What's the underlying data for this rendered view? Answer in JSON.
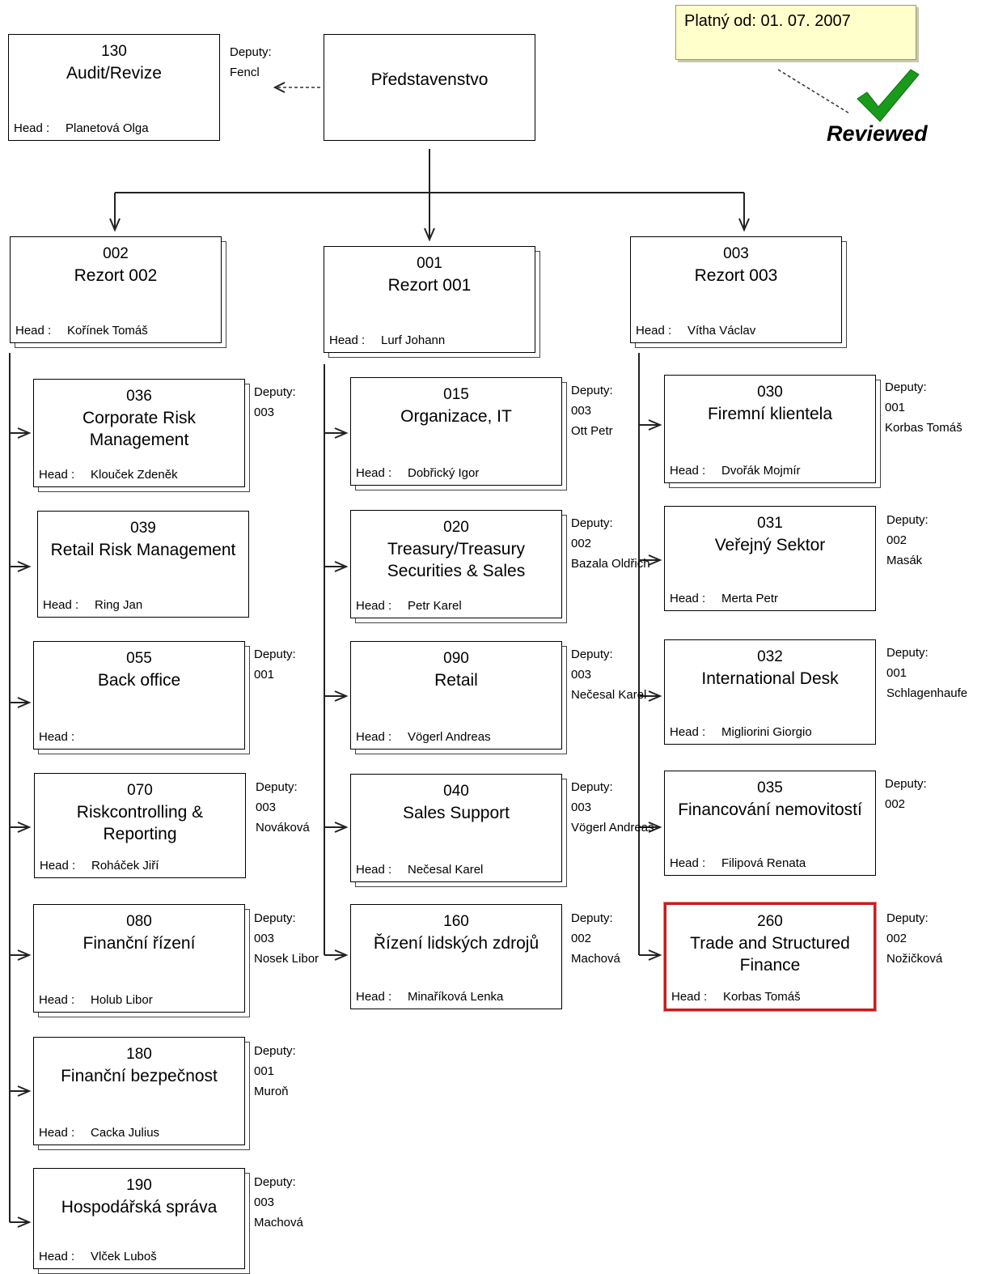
{
  "note": {
    "text": "Platný od: 01. 07. 2007"
  },
  "review": {
    "label": "Reviewed"
  },
  "board": {
    "name": "Představenstvo"
  },
  "head_label": "Head :",
  "deputy_label": "Deputy:",
  "units": [
    {
      "code": "130",
      "name": "Audit/Revize",
      "head": "Planetová Olga",
      "deputy": "Fencl"
    },
    {
      "code": "002",
      "name": "Rezort 002",
      "head": "Kořínek Tomáš"
    },
    {
      "code": "001",
      "name": "Rezort 001",
      "head": "Lurf Johann"
    },
    {
      "code": "003",
      "name": "Rezort 003",
      "head": "Vítha Václav"
    },
    {
      "code": "036",
      "name": "Corporate Risk Management",
      "head": "Klouček Zdeněk",
      "deputy": "003"
    },
    {
      "code": "039",
      "name": "Retail Risk Management",
      "head": "Ring Jan"
    },
    {
      "code": "055",
      "name": "Back office",
      "head": "",
      "deputy": "001"
    },
    {
      "code": "070",
      "name": "Riskcontrolling & Reporting",
      "head": "Roháček Jiří",
      "deputy": "003\nNováková"
    },
    {
      "code": "080",
      "name": "Finanční řízení",
      "head": "Holub Libor",
      "deputy": "003\nNosek Libor"
    },
    {
      "code": "180",
      "name": "Finanční bezpečnost",
      "head": "Cacka Julius",
      "deputy": "001\nMuroň"
    },
    {
      "code": "190",
      "name": "Hospodářská správa",
      "head": "Vlček Luboš",
      "deputy": "003\nMachová"
    },
    {
      "code": "015",
      "name": "Organizace, IT",
      "head": "Dobřický Igor",
      "deputy": "003\nOtt Petr"
    },
    {
      "code": "020",
      "name": "Treasury/Treasury Securities & Sales",
      "head": "Petr Karel",
      "deputy": "002\nBazala Oldřich"
    },
    {
      "code": "090",
      "name": "Retail",
      "head": "Vögerl Andreas",
      "deputy": "003\nNečesal Karel"
    },
    {
      "code": "040",
      "name": "Sales Support",
      "head": "Nečesal Karel",
      "deputy": "003\nVögerl Andreas"
    },
    {
      "code": "160",
      "name": "Řízení lidských zdrojů",
      "head": "Minaříková Lenka",
      "deputy": "002\nMachová"
    },
    {
      "code": "030",
      "name": "Firemní klientela",
      "head": "Dvořák Mojmír",
      "deputy": "001\nKorbas Tomáš"
    },
    {
      "code": "031",
      "name": "Veřejný Sektor",
      "head": "Merta Petr",
      "deputy": "002\nMasák"
    },
    {
      "code": "032",
      "name": "International Desk",
      "head": "Migliorini Giorgio",
      "deputy": "001\nSchlagenhaufe"
    },
    {
      "code": "035",
      "name": "Financování nemovitostí",
      "head": "Filipová Renata",
      "deputy": "002"
    },
    {
      "code": "260",
      "name": "Trade and Structured Finance",
      "head": "Korbas Tomáš",
      "deputy": "002\nNožičková"
    }
  ]
}
